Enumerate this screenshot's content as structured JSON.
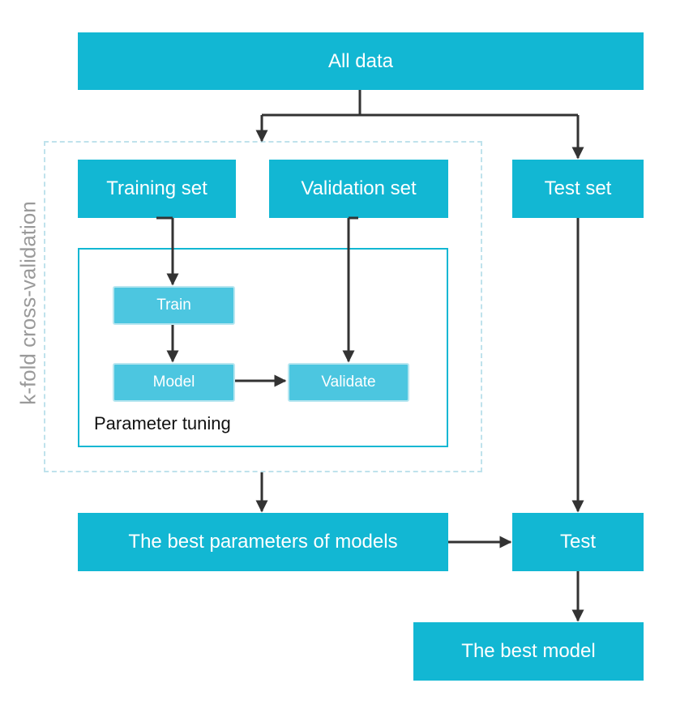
{
  "colors": {
    "box_fill": "#12b7d3",
    "inner_box_fill": "#4cc6e0",
    "frame_dashed": "#bfe2ec",
    "arrow": "#333333",
    "side_label": "#9a9a9a"
  },
  "nodes": {
    "all_data": "All data",
    "training_set": "Training set",
    "validation_set": "Validation set",
    "test_set": "Test set",
    "train": "Train",
    "model": "Model",
    "validate": "Validate",
    "best_parameters": "The best parameters of models",
    "test": "Test",
    "best_model": "The best model"
  },
  "labels": {
    "cross_validation": "k-fold cross-validation",
    "parameter_tuning": "Parameter tuning"
  }
}
